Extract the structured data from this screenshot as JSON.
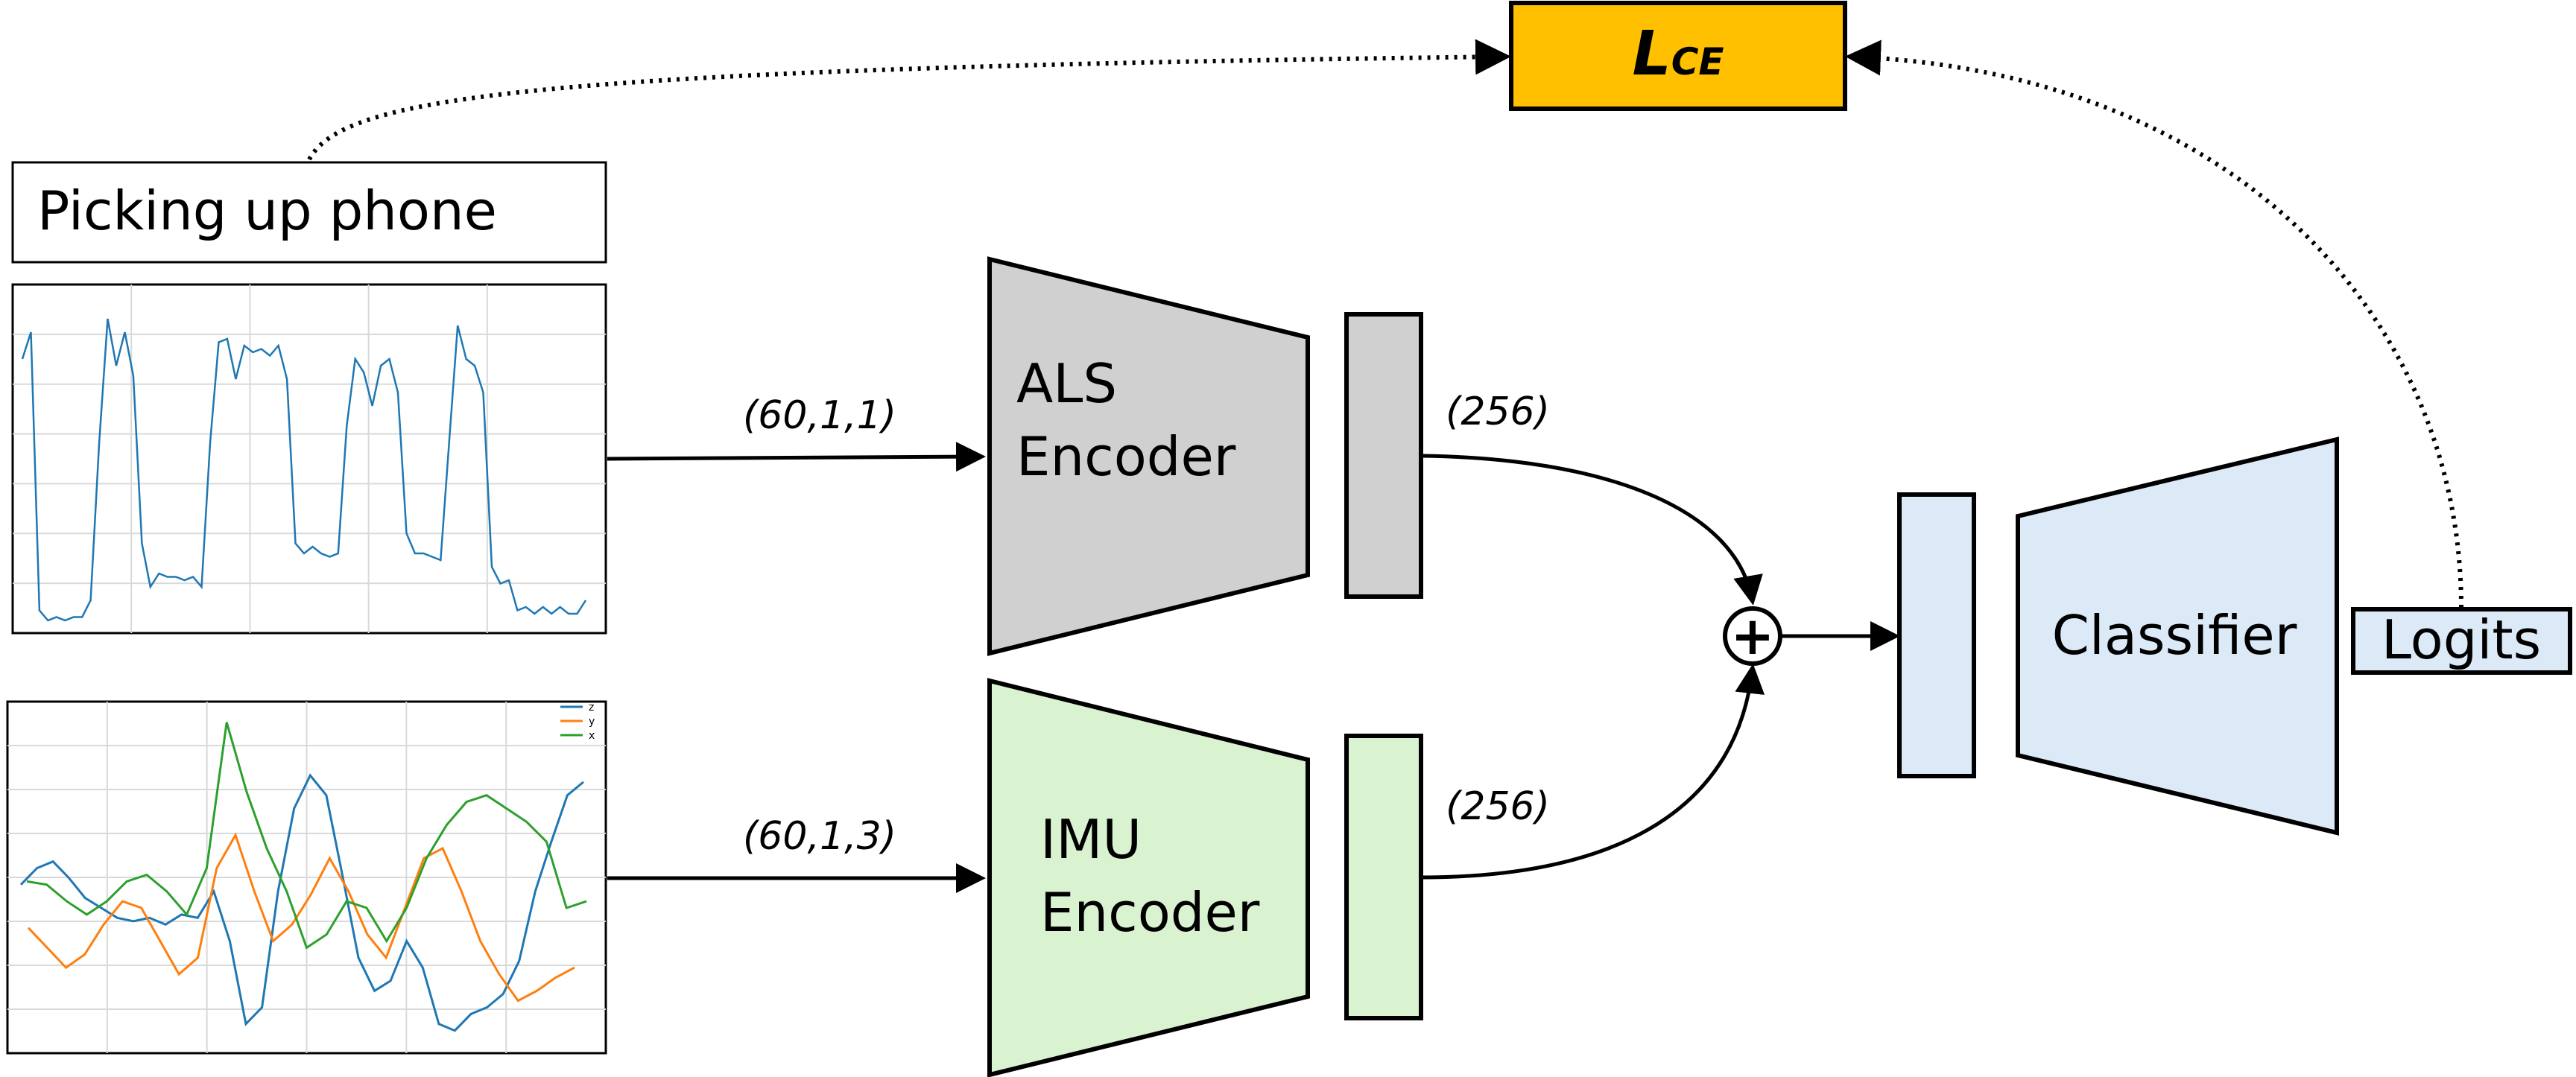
{
  "diagram": {
    "activity_label": "Picking up phone",
    "loss": {
      "symbol": "L",
      "subscript": "CE",
      "fill": "#FFC000"
    },
    "als_encoder": {
      "line1": "ALS",
      "line2": "Encoder",
      "fill": "#D0D0D0"
    },
    "imu_encoder": {
      "line1": "IMU",
      "line2": "Encoder",
      "fill": "#D9F2D0"
    },
    "als_input_shape": "(60,1,1)",
    "imu_input_shape": "(60,1,3)",
    "als_embedding_dim": "(256)",
    "imu_embedding_dim": "(256)",
    "fusion_symbol": "+",
    "classifier": {
      "label": "Classifier",
      "fill": "#DCE9F6"
    },
    "logits": "Logits"
  },
  "chart_data": [
    {
      "type": "line",
      "series": [
        {
          "values": [
            0.8,
            0.88,
            0.05,
            0.02,
            0.03,
            0.02,
            0.03,
            0.03,
            0.08,
            0.55,
            0.92,
            0.78,
            0.88,
            0.75,
            0.25,
            0.12,
            0.16,
            0.15,
            0.15,
            0.14,
            0.15,
            0.12,
            0.55,
            0.85,
            0.86,
            0.74,
            0.84,
            0.82,
            0.83,
            0.81,
            0.84,
            0.74,
            0.25,
            0.22,
            0.24,
            0.22,
            0.21,
            0.22,
            0.6,
            0.8,
            0.76,
            0.66,
            0.78,
            0.8,
            0.7,
            0.28,
            0.22,
            0.22,
            0.21,
            0.2,
            0.55,
            0.9,
            0.8,
            0.78,
            0.7,
            0.18,
            0.13,
            0.14,
            0.05,
            0.06,
            0.04,
            0.06,
            0.04,
            0.06,
            0.04,
            0.04,
            0.08
          ]
        }
      ],
      "grid": true
    },
    {
      "type": "line",
      "legend": [
        "z",
        "y",
        "x"
      ],
      "legend_position": "top-right",
      "series": [
        {
          "name": "z",
          "color": "#1f77b4",
          "values": [
            0.47,
            0.52,
            0.54,
            0.49,
            0.43,
            0.4,
            0.37,
            0.36,
            0.37,
            0.35,
            0.38,
            0.37,
            0.45,
            0.3,
            0.05,
            0.1,
            0.45,
            0.7,
            0.8,
            0.74,
            0.5,
            0.25,
            0.15,
            0.18,
            0.3,
            0.22,
            0.05,
            0.03,
            0.08,
            0.1,
            0.14,
            0.24,
            0.45,
            0.6,
            0.74,
            0.78
          ]
        },
        {
          "name": "y",
          "color": "#ff7f0e",
          "values": [
            0.34,
            0.28,
            0.22,
            0.26,
            0.35,
            0.42,
            0.4,
            0.3,
            0.2,
            0.25,
            0.52,
            0.62,
            0.45,
            0.3,
            0.35,
            0.44,
            0.55,
            0.45,
            0.32,
            0.25,
            0.4,
            0.55,
            0.58,
            0.45,
            0.3,
            0.2,
            0.12,
            0.15,
            0.19,
            0.22
          ]
        },
        {
          "name": "x",
          "color": "#2ca02c",
          "values": [
            0.48,
            0.47,
            0.42,
            0.38,
            0.42,
            0.48,
            0.5,
            0.45,
            0.38,
            0.52,
            0.96,
            0.75,
            0.58,
            0.45,
            0.28,
            0.32,
            0.42,
            0.4,
            0.3,
            0.4,
            0.55,
            0.65,
            0.72,
            0.74,
            0.7,
            0.66,
            0.6,
            0.4,
            0.42
          ]
        }
      ],
      "grid": true
    }
  ]
}
